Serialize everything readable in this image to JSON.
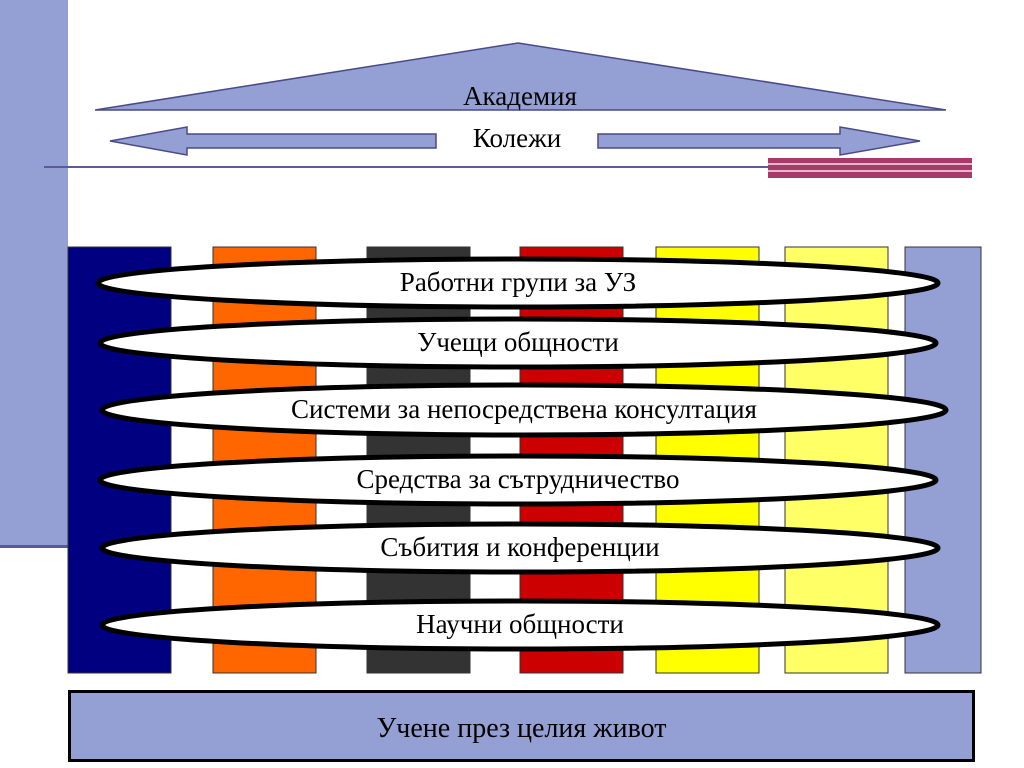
{
  "roof": {
    "title": "Академия"
  },
  "colleges": {
    "label": "Колежи"
  },
  "rings": [
    {
      "label": "Работни групи за УЗ"
    },
    {
      "label": "Учещи общности"
    },
    {
      "label": "Системи за непосредствена консултация"
    },
    {
      "label": "Средства за сътрудничество"
    },
    {
      "label": "Събития и конференции"
    },
    {
      "label": "Научни общности"
    }
  ],
  "pillars": [
    {
      "color": "#000080"
    },
    {
      "color": "#ff6600"
    },
    {
      "color": "#333333"
    },
    {
      "color": "#cc0000"
    },
    {
      "color": "#ffff00"
    },
    {
      "color": "#ffff66"
    },
    {
      "color": "#949fd3"
    }
  ],
  "foundation": {
    "label": "Учене през целия живот"
  },
  "colors": {
    "roof_fill": "#949fd3",
    "arrow_fill": "#949fd3",
    "ring_fill": "#ffffff",
    "ring_stroke": "#000000"
  }
}
